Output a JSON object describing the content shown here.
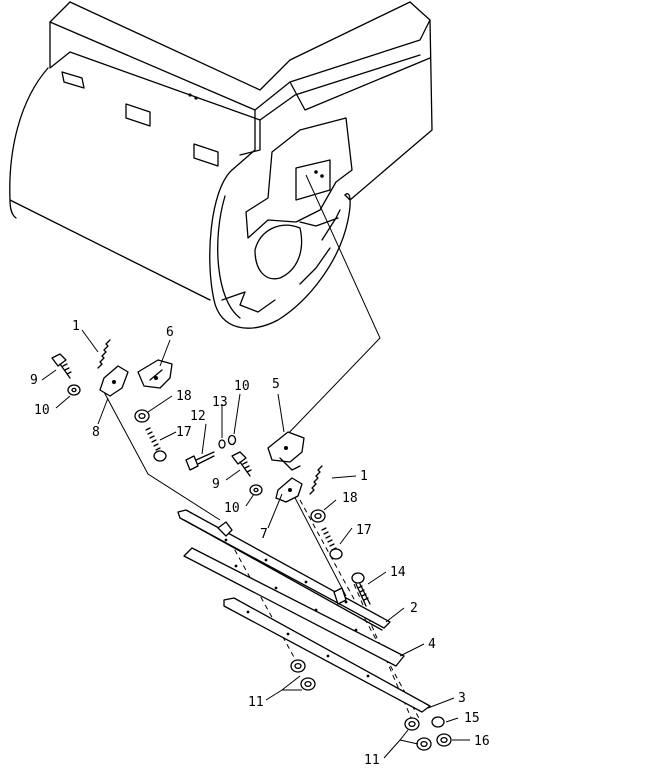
{
  "diagram": {
    "part_labels": [
      {
        "id": "1a",
        "text": "1"
      },
      {
        "id": "6",
        "text": "6"
      },
      {
        "id": "9a",
        "text": "9"
      },
      {
        "id": "10a",
        "text": "10"
      },
      {
        "id": "18a",
        "text": "18"
      },
      {
        "id": "8",
        "text": "8"
      },
      {
        "id": "17a",
        "text": "17"
      },
      {
        "id": "12",
        "text": "12"
      },
      {
        "id": "13",
        "text": "13"
      },
      {
        "id": "10b",
        "text": "10"
      },
      {
        "id": "5",
        "text": "5"
      },
      {
        "id": "1b",
        "text": "1"
      },
      {
        "id": "9b",
        "text": "9"
      },
      {
        "id": "10c",
        "text": "10"
      },
      {
        "id": "18b",
        "text": "18"
      },
      {
        "id": "7",
        "text": "7"
      },
      {
        "id": "17b",
        "text": "17"
      },
      {
        "id": "14",
        "text": "14"
      },
      {
        "id": "2",
        "text": "2"
      },
      {
        "id": "4",
        "text": "4"
      },
      {
        "id": "11a",
        "text": "11"
      },
      {
        "id": "3",
        "text": "3"
      },
      {
        "id": "15",
        "text": "15"
      },
      {
        "id": "11b",
        "text": "11"
      },
      {
        "id": "16",
        "text": "16"
      }
    ]
  }
}
